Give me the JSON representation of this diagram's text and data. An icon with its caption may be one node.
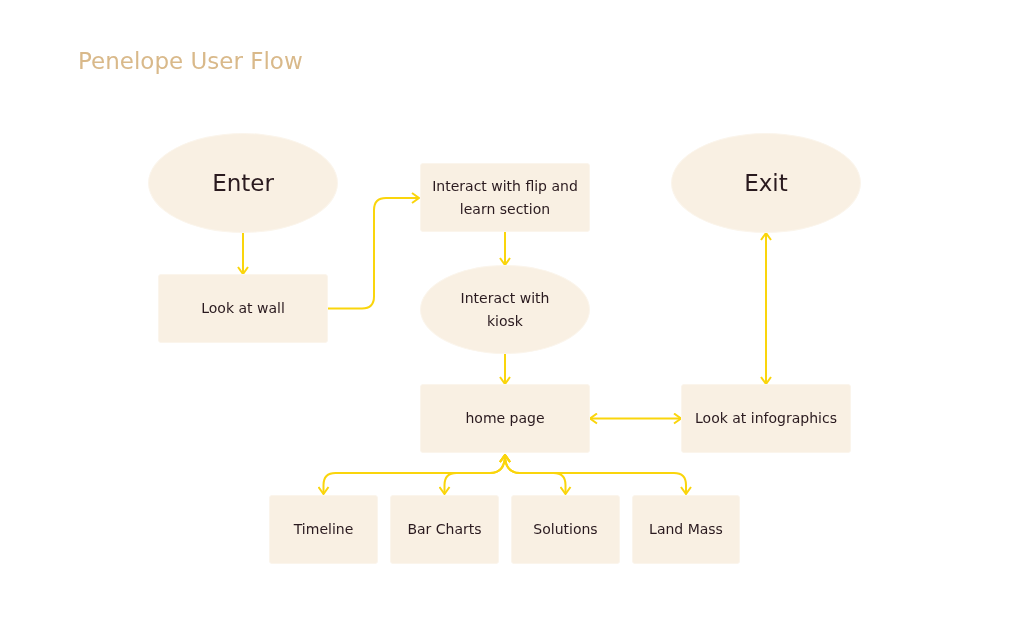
{
  "diagram": {
    "title": "Penelope User Flow",
    "nodes": [
      {
        "text": [
          "Enter"
        ]
      },
      {
        "text": [
          "Look at wall"
        ]
      },
      {
        "text": [
          "Interact with flip and learn section"
        ]
      },
      {
        "text": [
          "Interact with kiosk"
        ]
      },
      {
        "text": [
          "home page"
        ]
      },
      {
        "text": [
          "Exit"
        ]
      },
      {
        "text": [
          "Look at infographics"
        ]
      },
      {
        "text": [
          "Timeline"
        ]
      },
      {
        "text": [
          "Bar Charts"
        ]
      },
      {
        "text": [
          "Solutions"
        ]
      },
      {
        "text": [
          "Land Mass"
        ]
      }
    ],
    "edges": [
      {
        "from": 0,
        "to": 1,
        "arrow": "to"
      },
      {
        "from": 1,
        "to": 2,
        "arrow": "to"
      },
      {
        "from": 2,
        "to": 3,
        "arrow": "to"
      },
      {
        "from": 3,
        "to": 4,
        "arrow": "to"
      },
      {
        "from": 4,
        "to": 6,
        "arrow": "both"
      },
      {
        "from": 6,
        "to": 5,
        "arrow": "both"
      },
      {
        "from": 4,
        "to": 7,
        "arrow": "both"
      },
      {
        "from": 4,
        "to": 8,
        "arrow": "both"
      },
      {
        "from": 4,
        "to": 9,
        "arrow": "both"
      },
      {
        "from": 4,
        "to": 10,
        "arrow": "both"
      }
    ]
  }
}
